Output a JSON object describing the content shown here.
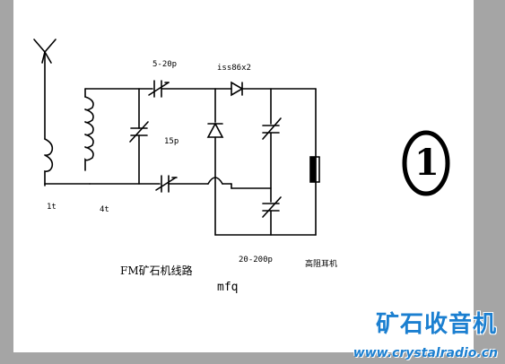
{
  "diagram": {
    "labels": {
      "cap_trim": "5-20p",
      "diode": "iss86x2",
      "cap_15p": "15p",
      "coil_1t": "1t",
      "coil_4t": "4t",
      "cap_20_200": "20-200p",
      "earphone": "高阻耳机",
      "title": "FM矿石机线路",
      "author": "mfq"
    },
    "badge_number": "1",
    "watermark": {
      "brand_cn": "矿石收音机",
      "url": "www.crystalradio.cn"
    }
  }
}
